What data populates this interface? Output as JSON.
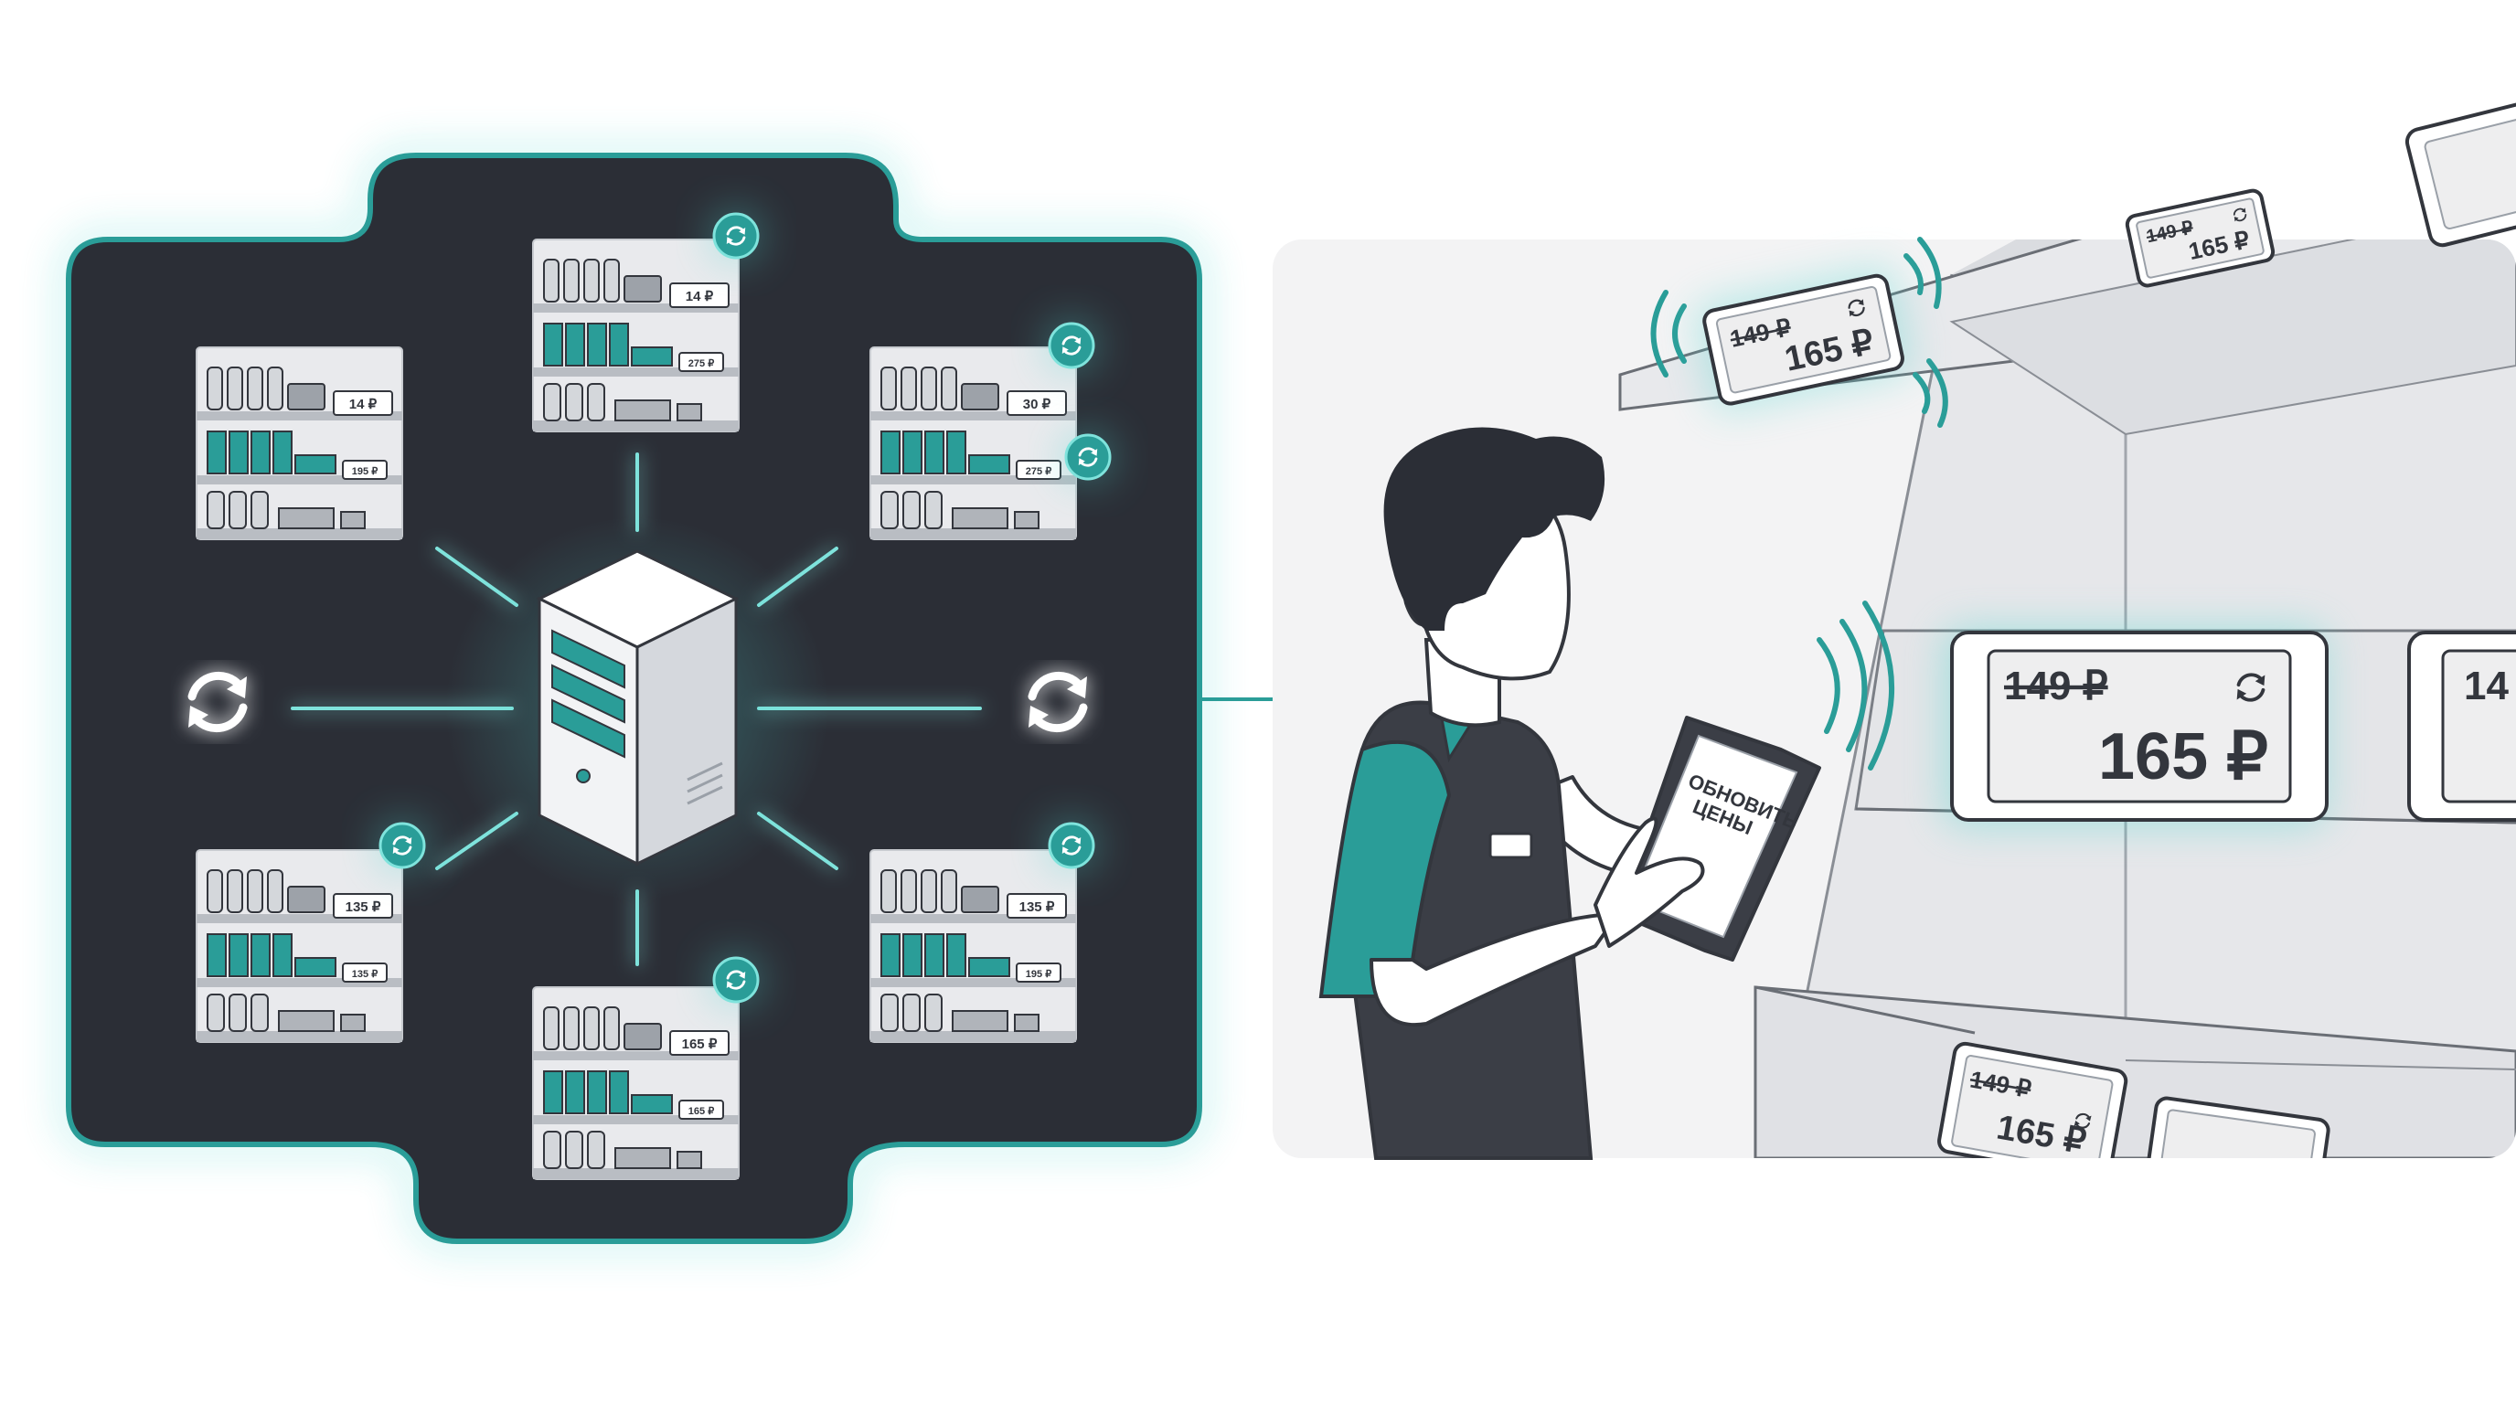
{
  "colors": {
    "teal": "#2a9d98",
    "glow": "#4fd6cf",
    "dark_panel": "#2b2e36",
    "ink": "#33363d",
    "shelf_light": "#ececee"
  },
  "icons": {
    "sync": "sync-icon",
    "server": "server-icon",
    "tablet": "tablet-icon",
    "wireless": "wireless-signal-icon"
  },
  "panel": {
    "store_tiles": [
      {
        "name": "store-top",
        "prices": [
          "14 ₽",
          "275 ₽"
        ]
      },
      {
        "name": "store-top-left",
        "prices": [
          "14 ₽",
          "195 ₽"
        ]
      },
      {
        "name": "store-top-right",
        "prices": [
          "30 ₽",
          "275 ₽"
        ]
      },
      {
        "name": "store-bottom-left",
        "prices": [
          "135 ₽",
          "135 ₽"
        ]
      },
      {
        "name": "store-bottom-right",
        "prices": [
          "135 ₽",
          "195 ₽"
        ]
      },
      {
        "name": "store-bottom",
        "prices": [
          "165 ₽",
          "165 ₽"
        ]
      }
    ]
  },
  "store": {
    "tablet_button": {
      "line1": "ОБНОВИТЬ",
      "line2": "ЦЕНЫ"
    },
    "labels": [
      {
        "name": "label-top-far",
        "old_price": "149 ₽",
        "new_price": "165 ₽"
      },
      {
        "name": "label-top-near",
        "old_price": "149 ₽",
        "new_price": "165 ₽"
      },
      {
        "name": "label-main",
        "old_price": "149 ₽",
        "new_price": "165 ₽"
      },
      {
        "name": "label-bottom",
        "old_price": "149 ₽",
        "new_price": "165 ₽"
      },
      {
        "name": "label-main-right",
        "old_price": "14"
      }
    ]
  }
}
